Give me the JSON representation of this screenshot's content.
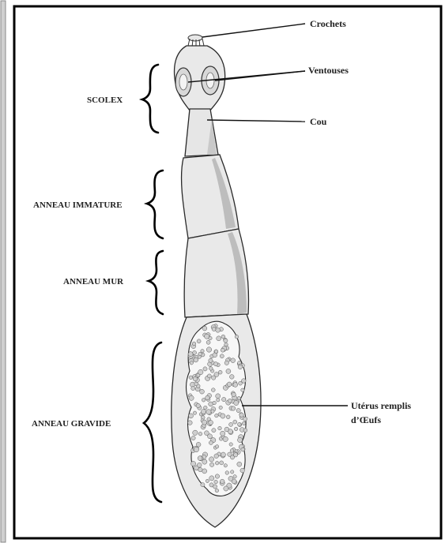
{
  "labels": {
    "crochets": "Crochets",
    "ventouses": "Ventouses",
    "cou": "Cou",
    "scolex": "SCOLEX",
    "anneau_immature": "ANNEAU IMMATURE",
    "anneau_mur": "ANNEAU MUR",
    "anneau_gravide": "ANNEAU GRAVIDE",
    "uterus_line1": "Utérus remplis",
    "uterus_line2": "d’Œufs"
  },
  "colors": {
    "outline": "#2a2a2a",
    "body_fill": "#e9e9e9",
    "shade": "#bdbdbd",
    "frame": "#000000"
  }
}
